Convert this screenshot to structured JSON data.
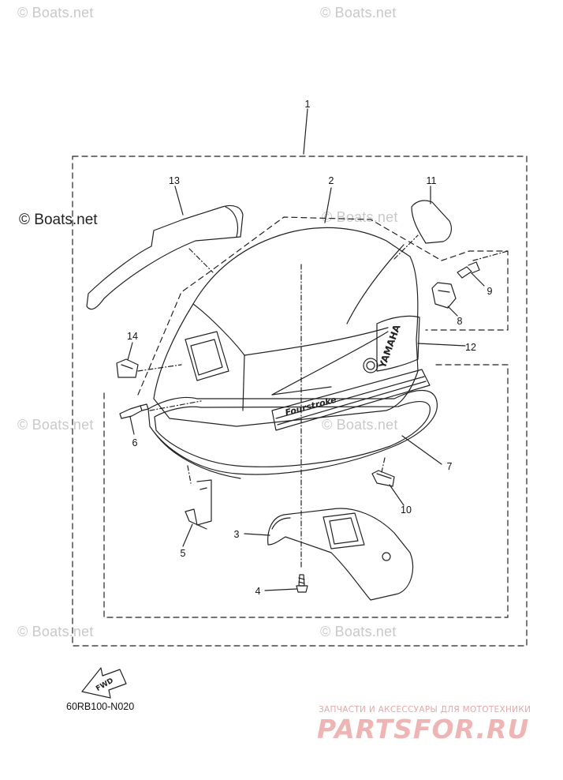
{
  "watermarks": {
    "top_left": "© Boats.net",
    "top_right": "© Boats.net",
    "mid_left_dark": "© Boats.net",
    "center_top": "© Boats.net",
    "mid_left": "© Boats.net",
    "mid_center": "© Boats.net",
    "bottom_left": "© Boats.net",
    "bottom_right": "© Boats.net"
  },
  "callouts": [
    "1",
    "2",
    "3",
    "4",
    "5",
    "6",
    "7",
    "8",
    "9",
    "10",
    "11",
    "12",
    "13",
    "14"
  ],
  "cowling_decals": {
    "brand": "YAMAHA",
    "model": "Fourstroke"
  },
  "fwd_label": "FWD",
  "diagram_code": "60RB100-N020",
  "footer": {
    "caption": "ЗАПЧАСТИ И АКСЕССУАРЫ ДЛЯ МОТОТЕХНИКИ",
    "logo": "PARTSFOR.RU"
  },
  "colors": {
    "line": "#222222",
    "watermark": "#c9c9c9",
    "logo": "#efb5b5"
  }
}
